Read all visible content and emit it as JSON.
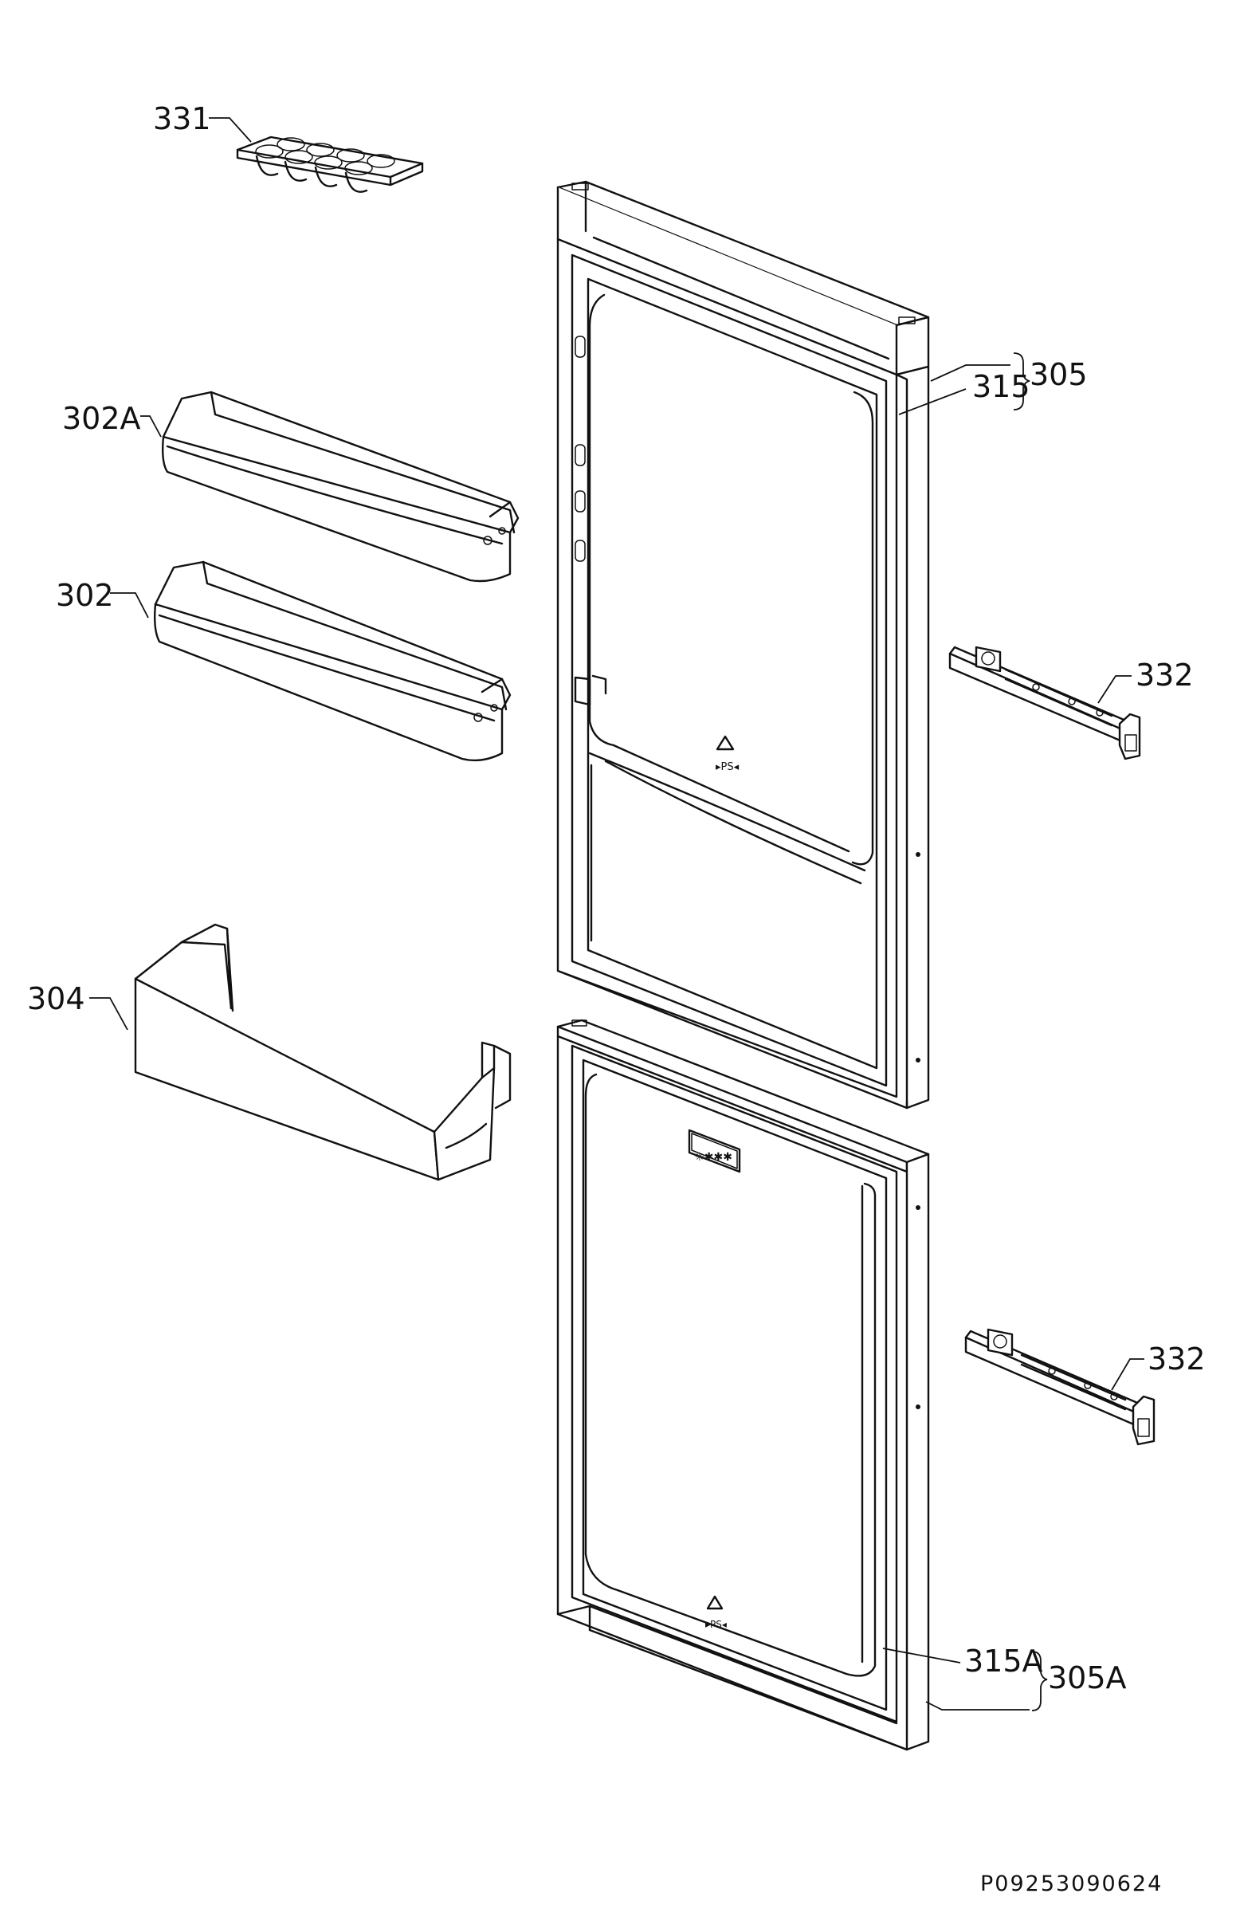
{
  "labels": {
    "l331": "331",
    "l302a": "302A",
    "l302": "302",
    "l304": "304",
    "l305": "305",
    "l315": "315",
    "l332_top": "332",
    "l332_bottom": "332",
    "l315a": "315A",
    "l305a": "305A"
  },
  "drawing_code": "P09253090624"
}
